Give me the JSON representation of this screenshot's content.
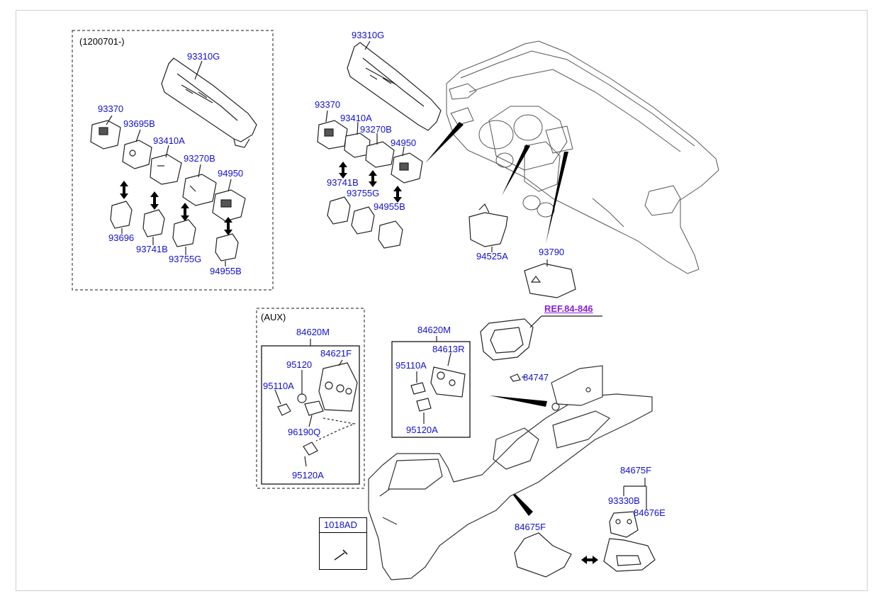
{
  "groups": {
    "variant_label": "(1200701-)",
    "aux_label": "(AUX)"
  },
  "parts": {
    "p93310G_a": "93310G",
    "p93370_a": "93370",
    "p93695B": "93695B",
    "p93410A_a": "93410A",
    "p93270B_a": "93270B",
    "p94950_a": "94950",
    "p93696": "93696",
    "p93741B_a": "93741B",
    "p93755G_a": "93755G",
    "p94955B_a": "94955B",
    "p93310G_b": "93310G",
    "p93370_b": "93370",
    "p93410A_b": "93410A",
    "p93270B_b": "93270B",
    "p94950_b": "94950",
    "p93741B_b": "93741B",
    "p93755G_b": "93755G",
    "p94955B_b": "94955B",
    "p94525A": "94525A",
    "p93790": "93790",
    "p84620M_aux": "84620M",
    "p95120_aux": "95120",
    "p84621F": "84621F",
    "p95110A_aux": "95110A",
    "p96190Q": "96190Q",
    "p95120A_aux": "95120A",
    "p84620M": "84620M",
    "p84613R": "84613R",
    "p95110A": "95110A",
    "p95120A": "95120A",
    "p84747": "84747",
    "p1018AD": "1018AD",
    "p84675F_a": "84675F",
    "p93330B": "93330B",
    "p84676E": "84676E",
    "p84675F_b": "84675F"
  },
  "reference": "REF.84-846"
}
